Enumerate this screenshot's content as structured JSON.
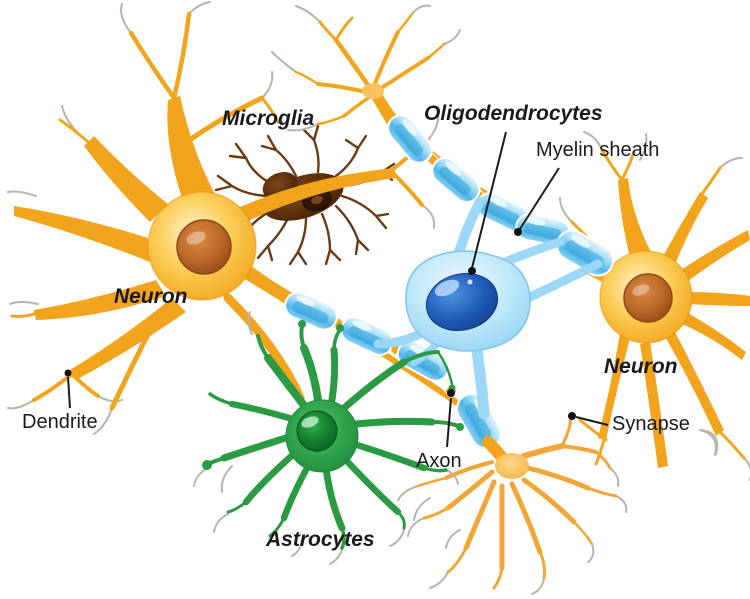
{
  "diagram": {
    "labels": {
      "microglia": "Microglia",
      "oligodendrocytes": "Oligodendrocytes",
      "myelin_sheath": "Myelin sheath",
      "neuron_left": "Neuron",
      "neuron_right": "Neuron",
      "dendrite": "Dendrite",
      "axon": "Axon",
      "synapse": "Synapse",
      "astrocytes": "Astrocytes"
    },
    "palette": {
      "neuron_yellow": "#F2A41C",
      "neuron_soma_light": "#FFF1C2",
      "neuron_nucleus_brown": "#A85519",
      "microglia_brown": "#5A2E0C",
      "microglia_branch_brown": "#6B3A14",
      "oligodendrocyte_blue": "#8ED2F3",
      "oligodendrocyte_nucleus_blue": "#1F5CB8",
      "myelin_blue": "#4FB6E9",
      "node_orange": "#F2A41F",
      "astrocyte_green": "#2B9B43",
      "astrocyte_nucleus_green": "#147A2E",
      "outline_gray": "#B5B5AA",
      "label_black": "#1A1A1A",
      "background_white": "#FFFFFF"
    }
  }
}
